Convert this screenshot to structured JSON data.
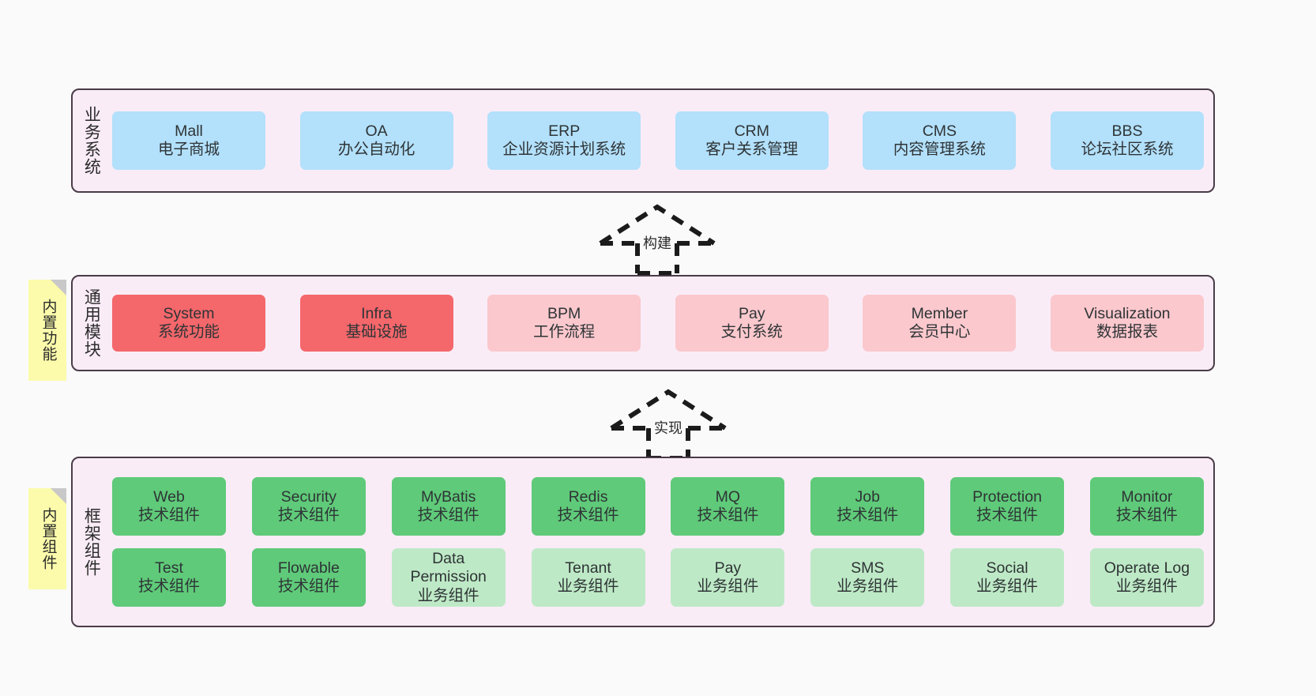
{
  "diagram": {
    "background_color": "#fafafa",
    "layer_fill": "#f9ecf7",
    "layer_border": "#4a3b48"
  },
  "layers": {
    "business": {
      "title": "业务系统",
      "items": [
        {
          "name": "Mall",
          "desc": "电子商城",
          "color": "#b3e0fb"
        },
        {
          "name": "OA",
          "desc": "办公自动化",
          "color": "#b3e0fb"
        },
        {
          "name": "ERP",
          "desc": "企业资源计划系统",
          "color": "#b3e0fb"
        },
        {
          "name": "CRM",
          "desc": "客户关系管理",
          "color": "#b3e0fb"
        },
        {
          "name": "CMS",
          "desc": "内容管理系统",
          "color": "#b3e0fb"
        },
        {
          "name": "BBS",
          "desc": "论坛社区系统",
          "color": "#b3e0fb"
        }
      ]
    },
    "common": {
      "title": "通用模块",
      "sticky": "内置功能",
      "items": [
        {
          "name": "System",
          "desc": "系统功能",
          "color": "#f4676b"
        },
        {
          "name": "Infra",
          "desc": "基础设施",
          "color": "#f4676b"
        },
        {
          "name": "BPM",
          "desc": "工作流程",
          "color": "#fbc8cd"
        },
        {
          "name": "Pay",
          "desc": "支付系统",
          "color": "#fbc8cd"
        },
        {
          "name": "Member",
          "desc": "会员中心",
          "color": "#fbc8cd"
        },
        {
          "name": "Visualization",
          "desc": "数据报表",
          "color": "#fbc8cd"
        }
      ]
    },
    "framework": {
      "title": "框架组件",
      "sticky": "内置组件",
      "row1": [
        {
          "name": "Web",
          "desc": "技术组件",
          "color": "#5fca79"
        },
        {
          "name": "Security",
          "desc": "技术组件",
          "color": "#5fca79"
        },
        {
          "name": "MyBatis",
          "desc": "技术组件",
          "color": "#5fca79"
        },
        {
          "name": "Redis",
          "desc": "技术组件",
          "color": "#5fca79"
        },
        {
          "name": "MQ",
          "desc": "技术组件",
          "color": "#5fca79"
        },
        {
          "name": "Job",
          "desc": "技术组件",
          "color": "#5fca79"
        },
        {
          "name": "Protection",
          "desc": "技术组件",
          "color": "#5fca79"
        },
        {
          "name": "Monitor",
          "desc": "技术组件",
          "color": "#5fca79"
        }
      ],
      "row2": [
        {
          "name": "Test",
          "desc": "技术组件",
          "color": "#5fca79"
        },
        {
          "name": "Flowable",
          "desc": "技术组件",
          "color": "#5fca79"
        },
        {
          "name": "Data Permission",
          "desc": "业务组件",
          "color": "#bee9c6"
        },
        {
          "name": "Tenant",
          "desc": "业务组件",
          "color": "#bee9c6"
        },
        {
          "name": "Pay",
          "desc": "业务组件",
          "color": "#bee9c6"
        },
        {
          "name": "SMS",
          "desc": "业务组件",
          "color": "#bee9c6"
        },
        {
          "name": "Social",
          "desc": "业务组件",
          "color": "#bee9c6"
        },
        {
          "name": "Operate Log",
          "desc": "业务组件",
          "color": "#bee9c6"
        }
      ]
    }
  },
  "arrows": [
    {
      "id": "build",
      "label": "构建",
      "style": "dashed-hollow-up",
      "from": "common",
      "to": "business"
    },
    {
      "id": "impl",
      "label": "实现",
      "style": "dashed-hollow-up",
      "from": "framework",
      "to": "common"
    }
  ]
}
